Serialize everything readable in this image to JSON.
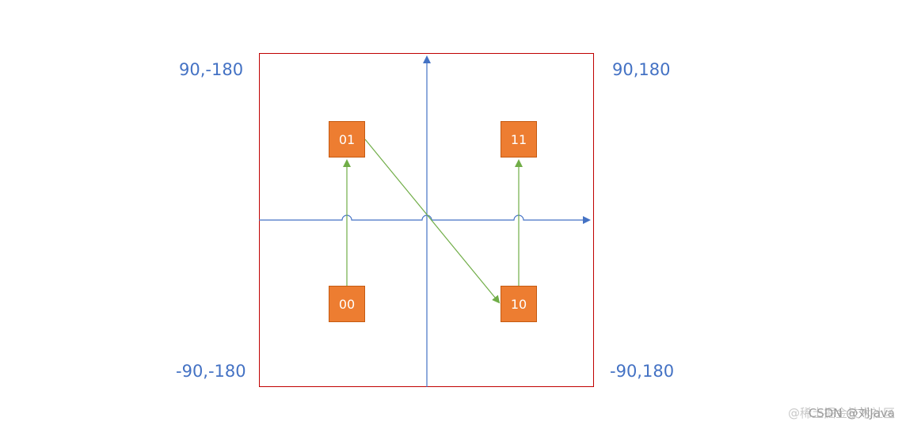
{
  "corners": {
    "top_left": "90,-180",
    "top_right": "90,180",
    "bottom_left": "-90,-180",
    "bottom_right": "-90,180"
  },
  "cells": {
    "c01": "01",
    "c11": "11",
    "c00": "00",
    "c10": "10"
  },
  "colors": {
    "axis": "#4472c4",
    "frame": "#c00000",
    "cell_fill": "#ed7d31",
    "arrow": "#70ad47",
    "label": "#4472c4"
  },
  "watermark": {
    "line1": "@稀土掘金技术社区",
    "line2": "CSDN @刘Java"
  }
}
